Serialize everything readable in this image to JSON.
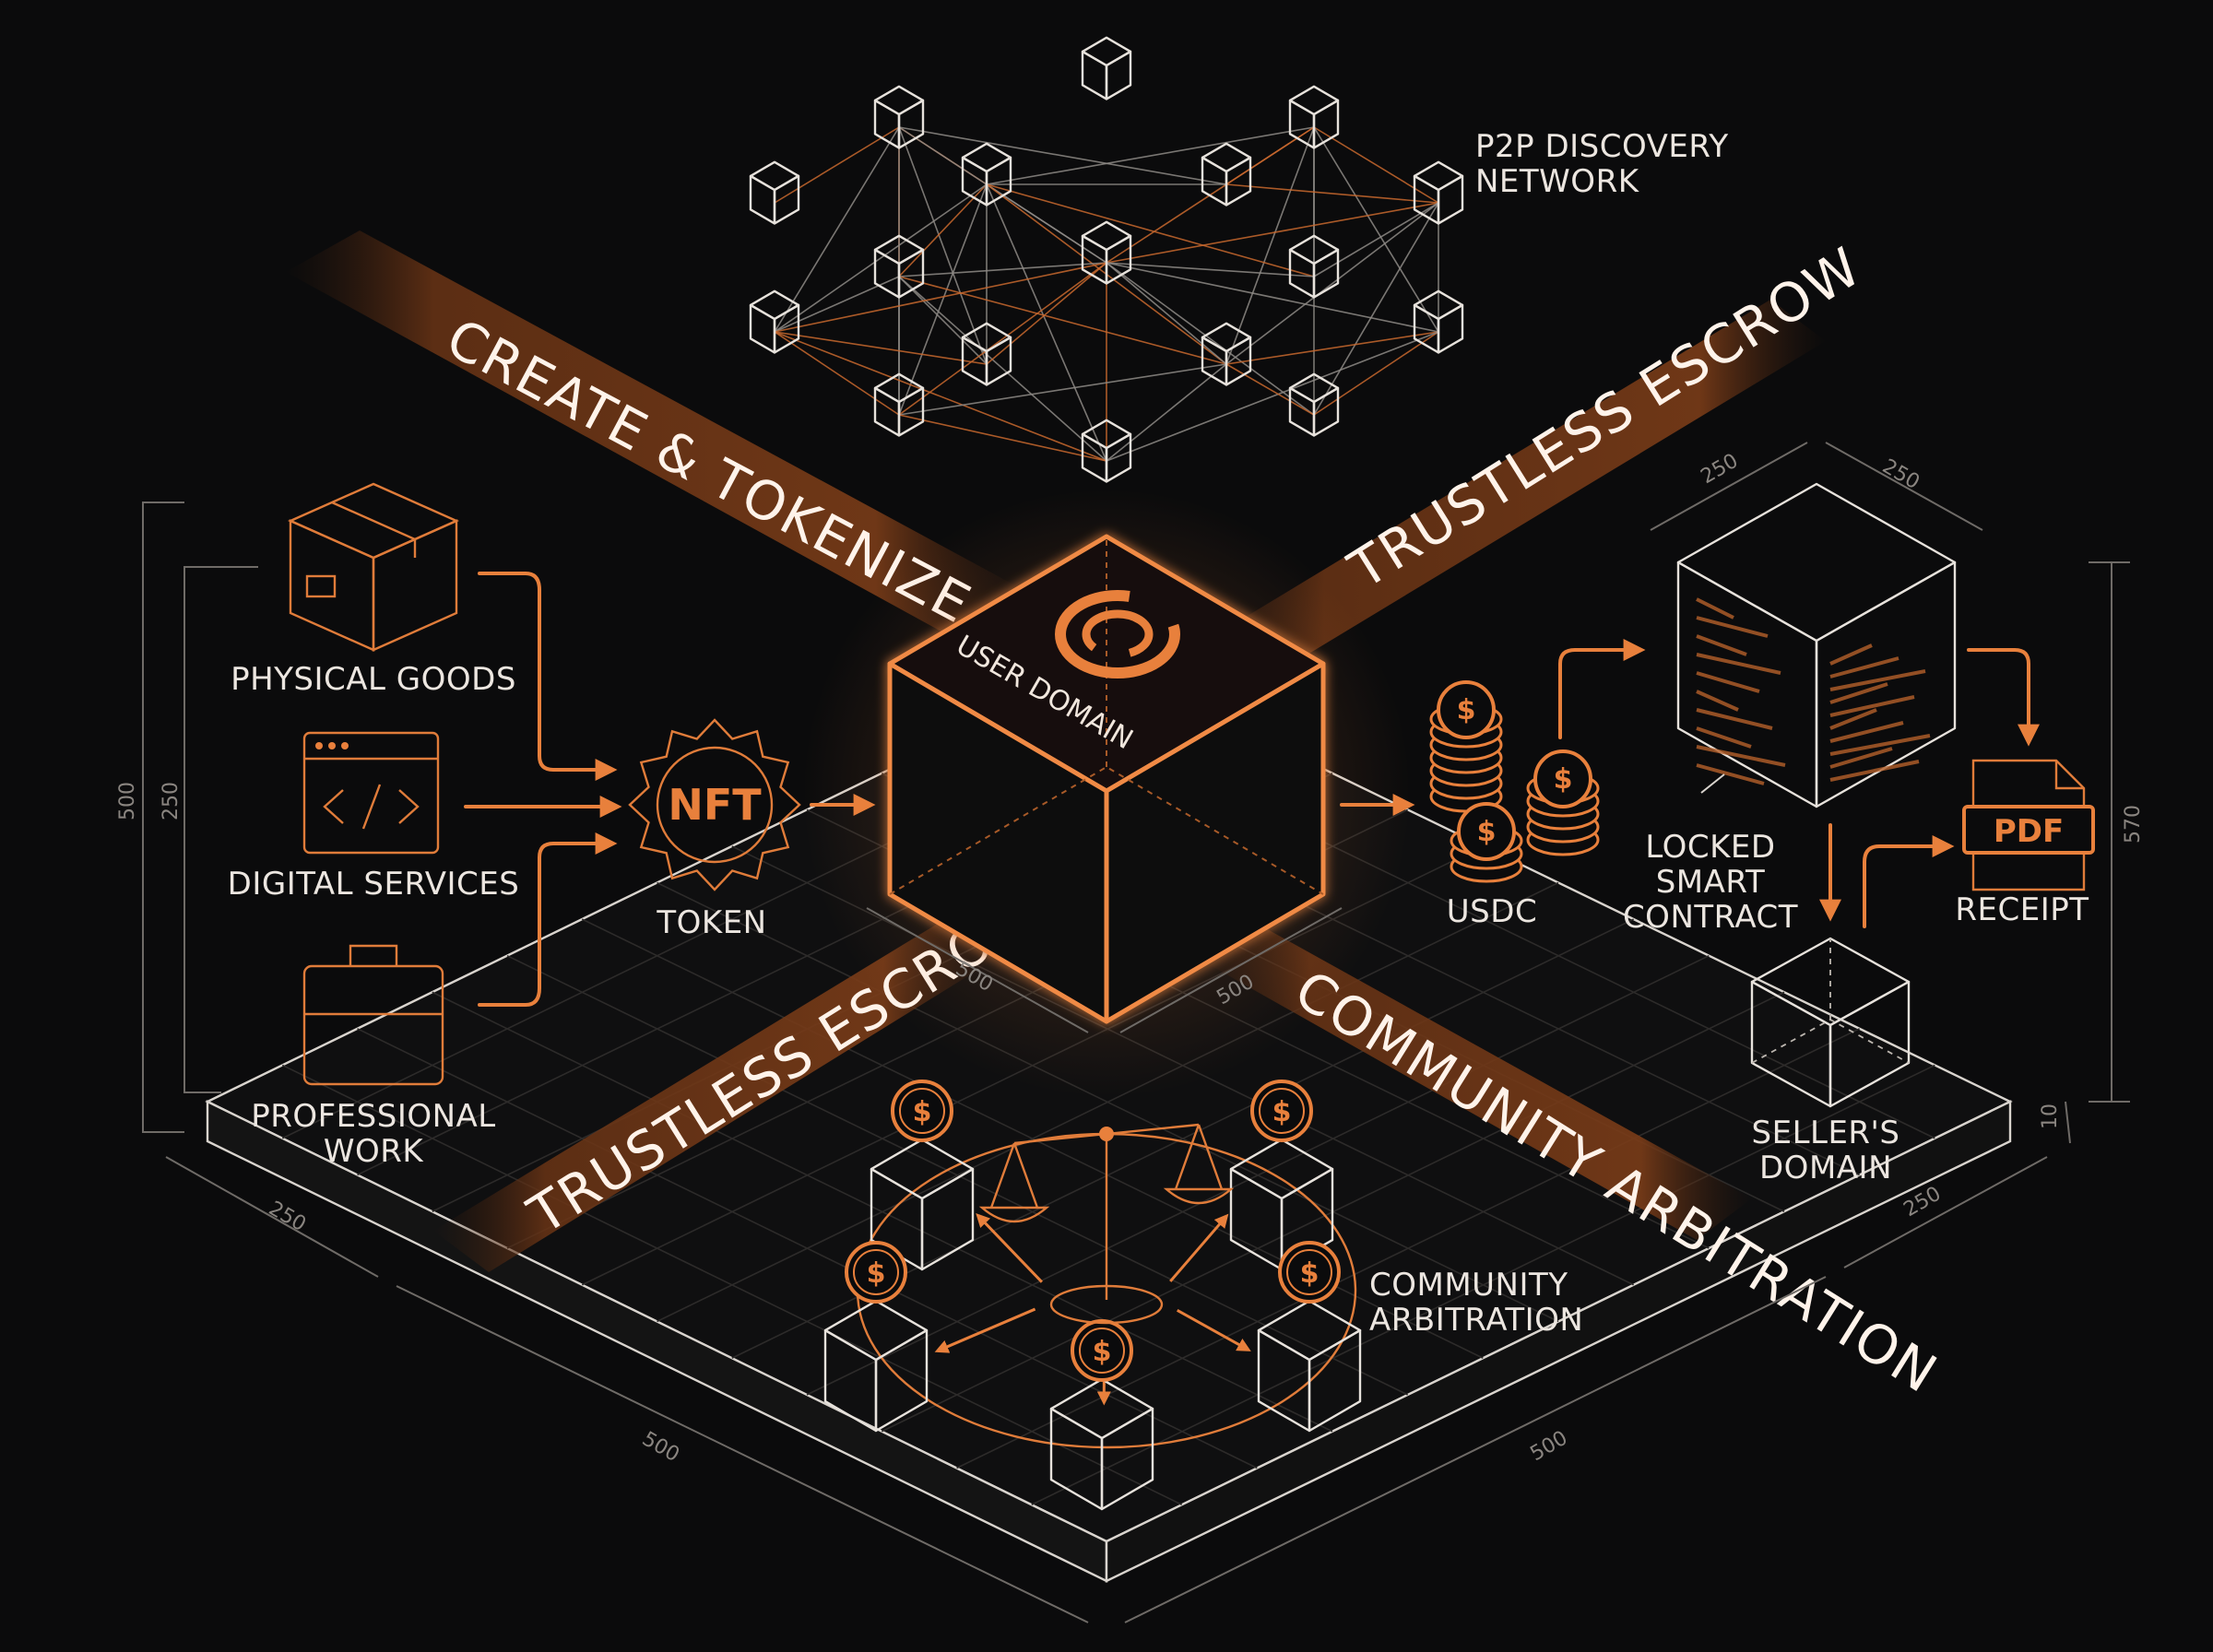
{
  "bands": {
    "create_tokenize": "CREATE & TOKENIZE",
    "trustless_escrow_top": "TRUSTLESS ESCROW",
    "trustless_escrow_bottom": "TRUSTLESS ESCROW",
    "community_arbitration_band": "COMMUNITY ARBITRATION"
  },
  "center": {
    "cube_label": "USER DOMAIN"
  },
  "network": {
    "label_line1": "P2P DISCOVERY",
    "label_line2": "NETWORK"
  },
  "inputs": {
    "physical_goods": "PHYSICAL GOODS",
    "digital_services": "DIGITAL SERVICES",
    "professional_work_line1": "PROFESSIONAL",
    "professional_work_line2": "WORK"
  },
  "token": {
    "badge": "NFT",
    "label": "TOKEN"
  },
  "payment": {
    "label": "USDC"
  },
  "contract": {
    "line1": "LOCKED",
    "line2": "SMART",
    "line3": "CONTRACT"
  },
  "receipt": {
    "badge": "PDF",
    "label": "RECEIPT"
  },
  "seller": {
    "line1": "SELLER'S",
    "line2": "DOMAIN"
  },
  "arbitration": {
    "line1": "COMMUNITY",
    "line2": "ARBITRATION"
  },
  "dimensions": {
    "left_outer": "500",
    "left_inner": "250",
    "contract_top_left": "250",
    "contract_top_right": "250",
    "right_height": "570",
    "right_small": "10",
    "center_left": "500",
    "center_right": "500",
    "base_left_short": "250",
    "base_right_short": "250",
    "base_left_long": "500",
    "base_right_long": "500"
  },
  "colors": {
    "accent": "#e8803c",
    "background": "#0b0b0c",
    "line": "#e7e2dc"
  },
  "icons": [
    "package-icon",
    "code-window-icon",
    "briefcase-icon",
    "nft-badge-icon",
    "coin-stack-icon",
    "pdf-file-icon",
    "scales-icon",
    "coin-icon",
    "logo-swirl-icon"
  ]
}
